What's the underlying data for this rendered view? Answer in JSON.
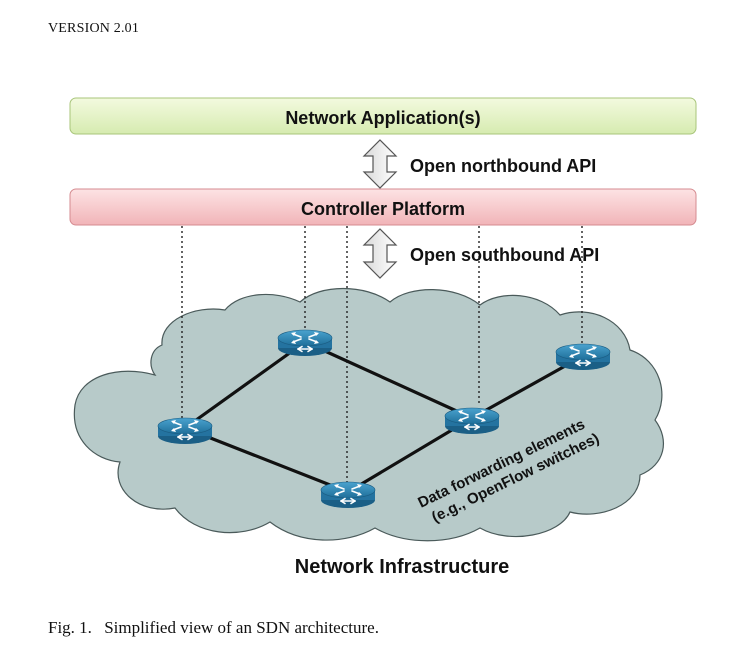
{
  "header": {
    "version": "VERSION 2.01"
  },
  "figure": {
    "app_layer_label": "Network Application(s)",
    "controller_label": "Controller Platform",
    "northbound_label": "Open northbound API",
    "southbound_label": "Open southbound API",
    "data_elements_line1": "Data forwarding elements",
    "data_elements_line2": "(e.g., OpenFlow switches)",
    "infrastructure_label": "Network Infrastructure",
    "colors": {
      "app_layer_fill": "#e3f2c4",
      "controller_fill": "#f6c9cc",
      "cloud_fill": "#b6c9c8",
      "switch_fill": "#2f86b3"
    }
  },
  "caption": {
    "label": "Fig. 1.",
    "text": "Simplified view of an SDN architecture."
  }
}
